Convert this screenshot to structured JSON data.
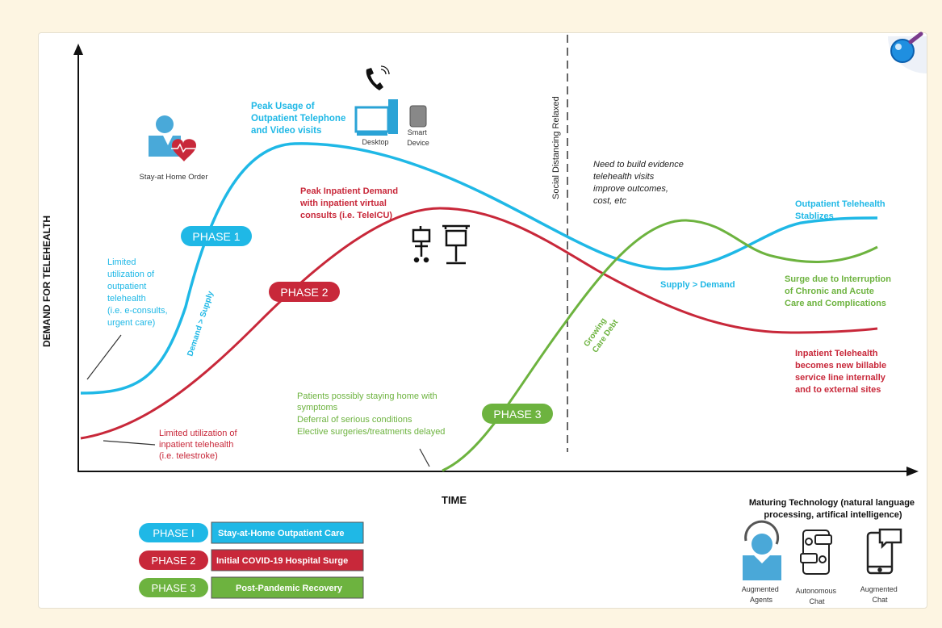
{
  "axes": {
    "y_label": "DEMAND FOR TELEHEALTH",
    "x_label": "TIME"
  },
  "vertical_marker": "Social Distancing Relaxed",
  "colors": {
    "phase1": "#1fb8e6",
    "phase2": "#c8283a",
    "phase3": "#6db33f",
    "background": "#fdf5e2"
  },
  "phase_badges": [
    "PHASE 1",
    "PHASE 2",
    "PHASE 3"
  ],
  "annotations": {
    "stay_home": "Stay-at Home Order",
    "peak_outpatient": [
      "Peak Usage of",
      "Outpatient Telephone",
      "and Video visits"
    ],
    "desktop": "Desktop",
    "smart_device": [
      "Smart",
      "Device"
    ],
    "peak_inpatient": [
      "Peak Inpatient Demand",
      "with inpatient virtual",
      "consults (i.e. TeleICU)"
    ],
    "limited_outpatient": [
      "Limited",
      "utilization of",
      "outpatient",
      "telehealth",
      "(i.e. e-consults,",
      "urgent care)"
    ],
    "demand_supply": "Demand > Supply",
    "limited_inpatient": [
      "Limited utilization of",
      "inpatient telehealth",
      "(i.e. telestroke)"
    ],
    "patients_home": [
      "Patients possibly staying home with",
      "symptoms",
      "Deferral of serious conditions",
      "Elective surgeries/treatments delayed"
    ],
    "need_evidence": [
      "Need to build evidence",
      "telehealth visits",
      "improve outcomes,",
      "cost, etc"
    ],
    "outpatient_stabilizes": [
      "Outpatient Telehealth",
      "Stablizes"
    ],
    "supply_demand": "Supply > Demand",
    "surge": [
      "Surge due to Interruption",
      "of Chronic and Acute",
      "Care and Complications"
    ],
    "growing_debt": [
      "Growing",
      "Care Debt"
    ],
    "inpatient_billable": [
      "Inpatient Telehealth",
      "becomes new billable",
      "service line internally",
      "and to external sites"
    ]
  },
  "legend": [
    {
      "badge": "PHASE I",
      "label": "Stay-at-Home Outpatient Care"
    },
    {
      "badge": "PHASE 2",
      "label": "Initial COVID-19 Hospital Surge"
    },
    {
      "badge": "PHASE 3",
      "label": "Post-Pandemic Recovery"
    }
  ],
  "technology": {
    "title": [
      "Maturing Technology (natural language",
      "processing, artifical intelligence)"
    ],
    "items": [
      {
        "label": [
          "Augmented",
          "Agents"
        ],
        "icon": "agent-icon"
      },
      {
        "label": [
          "Autonomous",
          "Chat"
        ],
        "icon": "chatbot-icon"
      },
      {
        "label": [
          "Augmented",
          "Chat"
        ],
        "icon": "phone-chat-icon"
      }
    ]
  }
}
